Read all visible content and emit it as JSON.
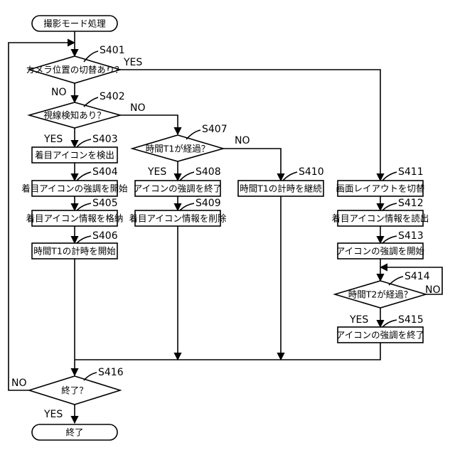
{
  "nodes": {
    "start": {
      "label": "撮影モード処理"
    },
    "s401": {
      "label": "カメラ位置の切替あり？",
      "step": "S401"
    },
    "s402": {
      "label": "視線検知あり？",
      "step": "S402"
    },
    "s403": {
      "label": "着目アイコンを検出",
      "step": "S403"
    },
    "s404": {
      "label": "着目アイコンの強調を開始",
      "step": "S404"
    },
    "s405": {
      "label": "着目アイコン情報を格納",
      "step": "S405"
    },
    "s406": {
      "label": "時間T1の計時を開始",
      "step": "S406"
    },
    "s407": {
      "label": "時間T1が経過？",
      "step": "S407"
    },
    "s408": {
      "label": "アイコンの強調を終了",
      "step": "S408"
    },
    "s409": {
      "label": "着目アイコン情報を削除",
      "step": "S409"
    },
    "s410": {
      "label": "時間T1の計時を継続",
      "step": "S410"
    },
    "s411": {
      "label": "画面レイアウトを切替",
      "step": "S411"
    },
    "s412": {
      "label": "着目アイコン情報を読出",
      "step": "S412"
    },
    "s413": {
      "label": "アイコンの強調を開始",
      "step": "S413"
    },
    "s414": {
      "label": "時間T2が経過？",
      "step": "S414"
    },
    "s415": {
      "label": "アイコンの強調を終了",
      "step": "S415"
    },
    "s416": {
      "label": "終了？",
      "step": "S416"
    },
    "end": {
      "label": "終了"
    }
  },
  "branches": {
    "s401_yes": "YES",
    "s401_no": "NO",
    "s402_yes": "YES",
    "s402_no": "NO",
    "s407_yes": "YES",
    "s407_no": "NO",
    "s414_yes": "YES",
    "s414_no": "NO",
    "s416_yes": "YES",
    "s416_no": "NO"
  }
}
